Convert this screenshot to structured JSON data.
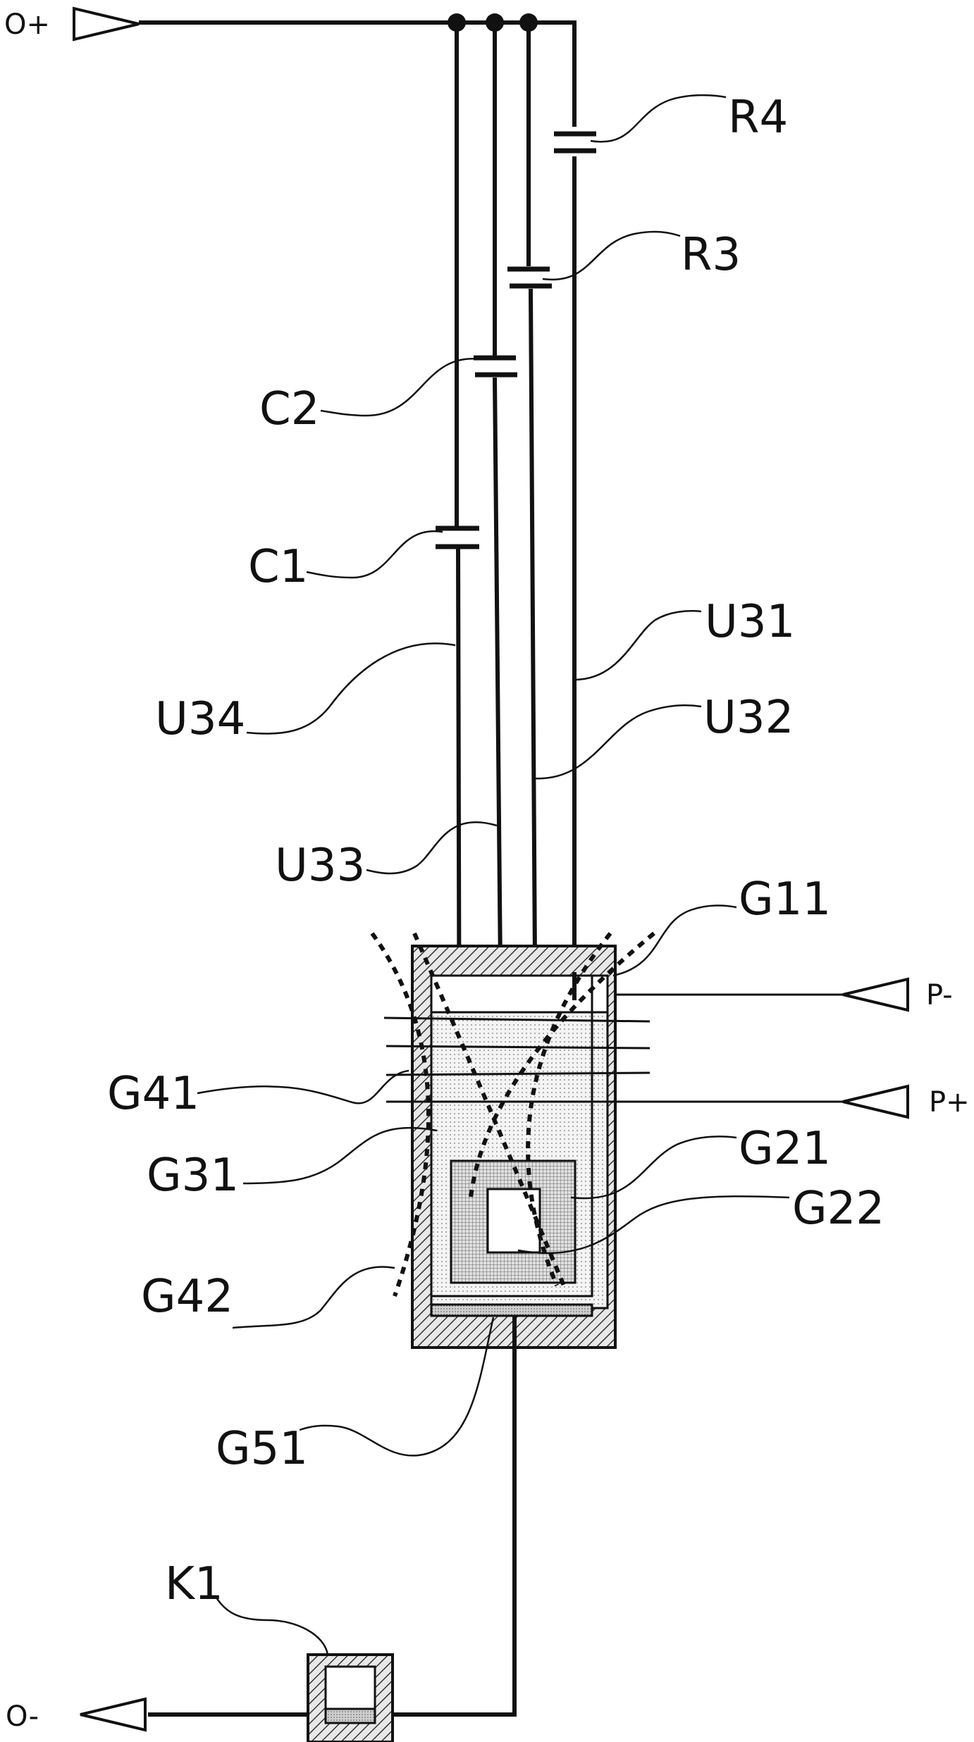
{
  "terminals": {
    "o_plus": "O+",
    "o_minus": "O-",
    "p_minus": "P-",
    "p_plus": "P+"
  },
  "components": {
    "r4": "R4",
    "r3": "R3",
    "c2": "C2",
    "c1": "C1"
  },
  "lines": {
    "u31": "U31",
    "u32": "U32",
    "u33": "U33",
    "u34": "U34"
  },
  "regions": {
    "g11": "G11",
    "g41": "G41",
    "g31": "G31",
    "g21": "G21",
    "g22": "G22",
    "g42": "G42",
    "g51": "G51",
    "k1": "K1"
  },
  "colors": {
    "stroke": "#111111",
    "background": "#ffffff"
  }
}
